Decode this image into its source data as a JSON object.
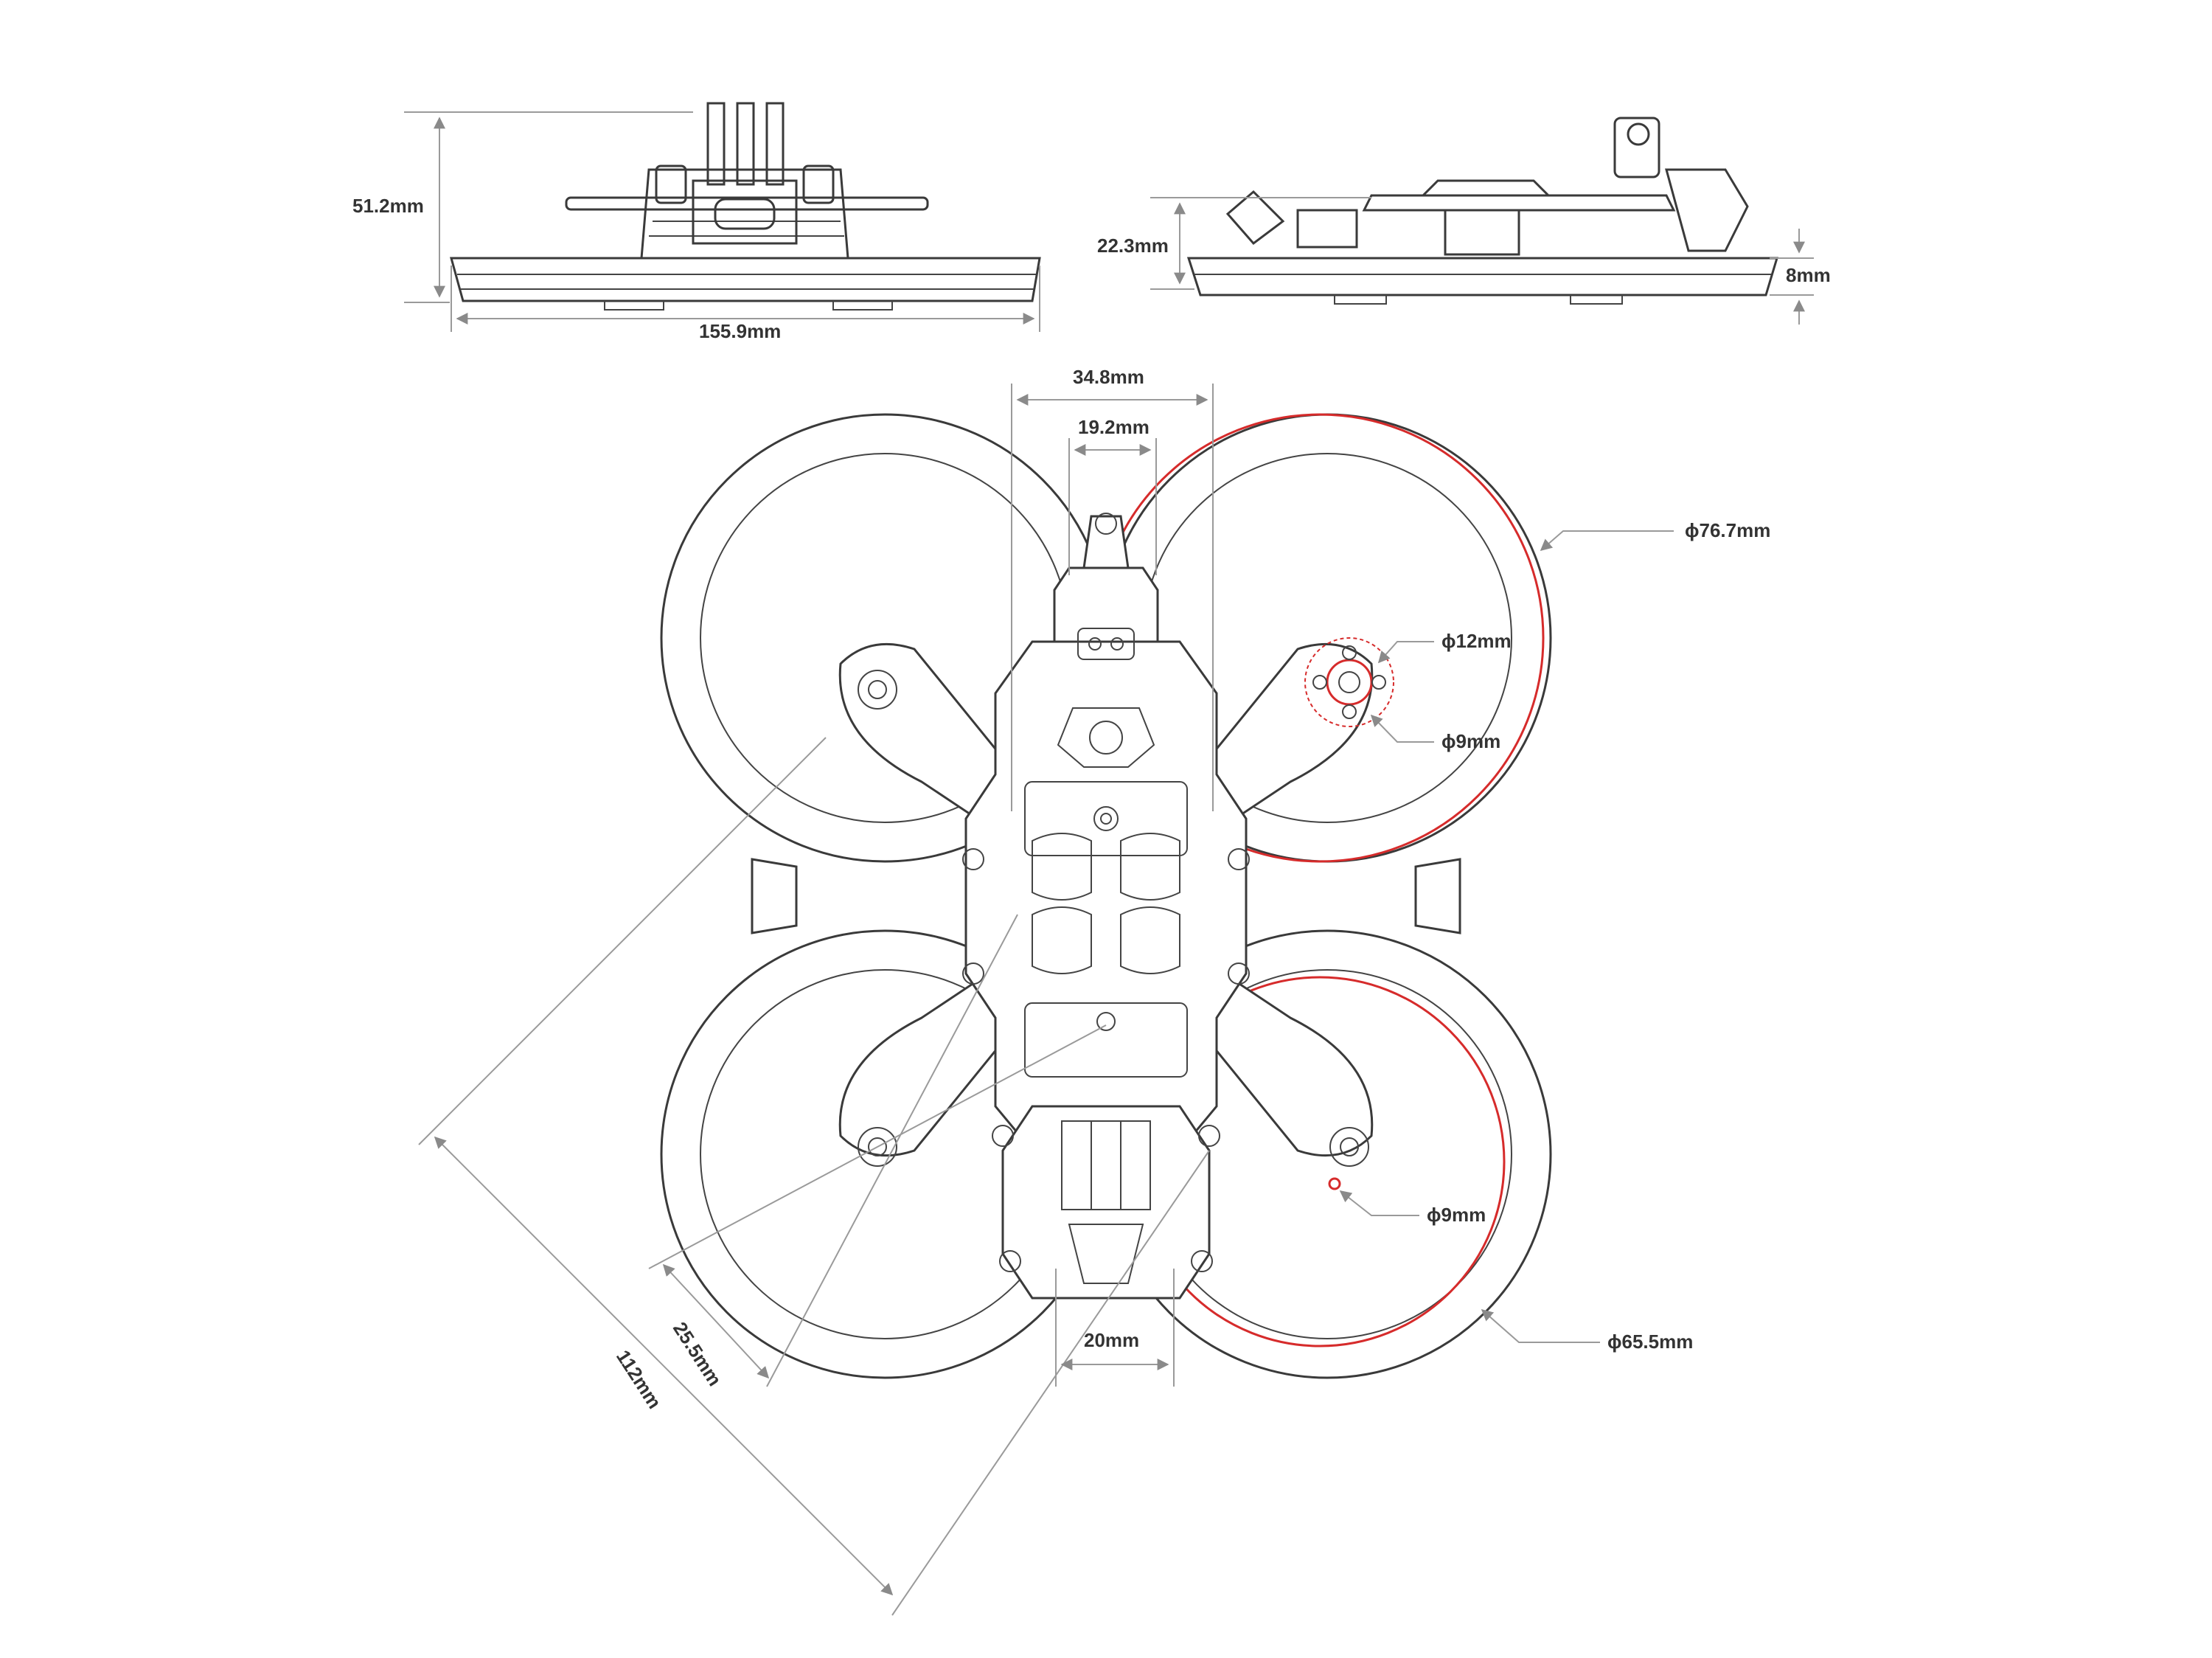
{
  "colors": {
    "outline": "#3a3a3a",
    "dimension_line": "#9a9a9a",
    "highlight": "#d62b2b",
    "background": "#ffffff"
  },
  "front_view": {
    "height_label": "51.2mm",
    "width_label": "155.9mm"
  },
  "side_view": {
    "height_label": "22.3mm",
    "guard_label": "8mm"
  },
  "top_view": {
    "body_width_label": "34.8mm",
    "mount_width_label": "19.2mm",
    "duct_outer_label": "ϕ76.7mm",
    "motor_mount_label": "ϕ12mm",
    "motor_center_label": "ϕ9mm",
    "screw_hole_label": "ϕ9mm",
    "duct_inner_label": "ϕ65.5mm",
    "stack_label": "25.5mm",
    "wheelbase_label": "112mm",
    "tail_width_label": "20mm"
  }
}
